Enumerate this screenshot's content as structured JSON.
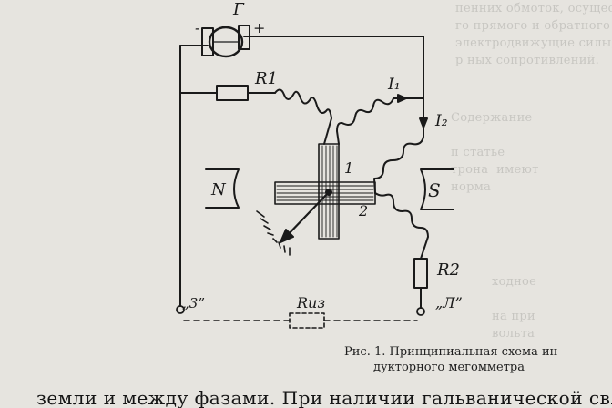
{
  "figure": {
    "labels": {
      "generator": "Г",
      "minus": "-",
      "plus": "+",
      "r1": "R1",
      "r2": "R2",
      "i1": "I₁",
      "i2": "I₂",
      "north": "N",
      "south": "S",
      "coil1": "1",
      "coil2": "2",
      "r_iz": "Rиз",
      "terminal_z": "„3”",
      "terminal_l": "„Л”"
    }
  },
  "caption": {
    "line1": "Рис. 1. Принципиальная схема ин-",
    "line2": "дукторного мегомметра"
  },
  "body_text": {
    "line": "земли и между фазами. При наличии гальванической связи"
  },
  "bleed_through": {
    "top": "пенних обмоток, осуществляется через\nго прямого и обратного тока, определя-\nэлектродвижущие силы, которые\nр ных сопротивлений.",
    "right": "Содержание\n\nп статье\nтрона  имеют\nнорма\n",
    "bottom": "ходное\n\nна при\nвольта\n"
  }
}
